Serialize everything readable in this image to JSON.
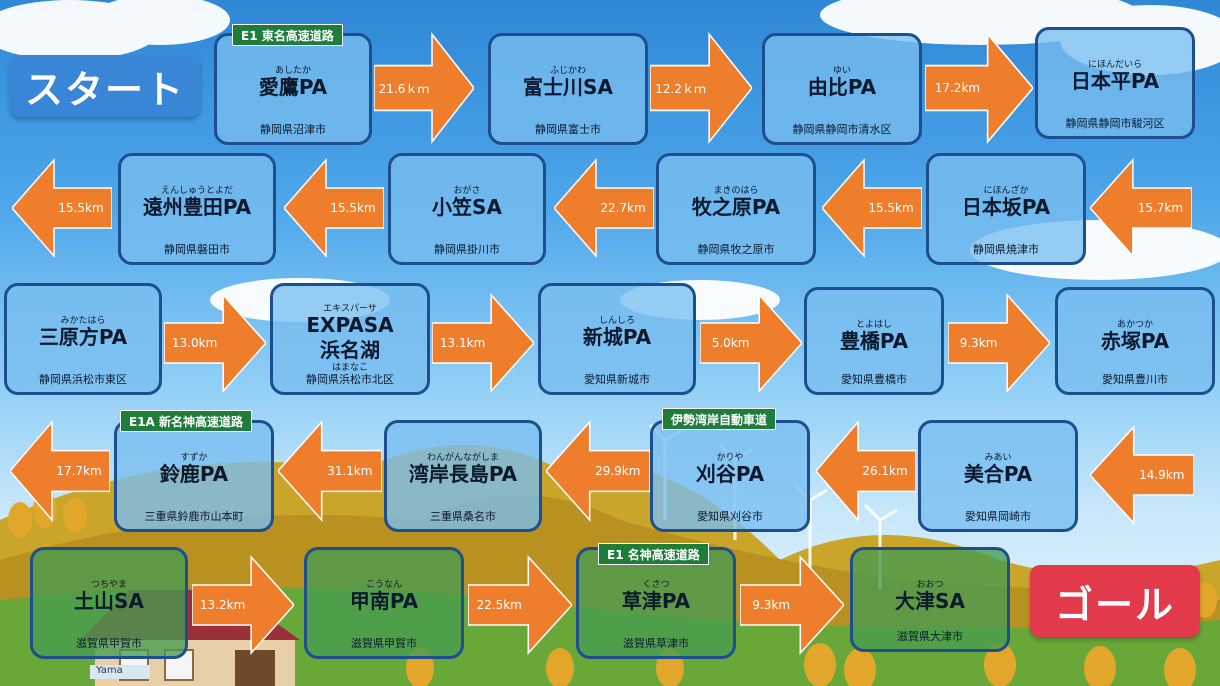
{
  "signs": {
    "start": "スタート",
    "goal": "ゴール"
  },
  "house": {
    "label": "Yama"
  },
  "colors": {
    "arrow": "#ee7e2c",
    "box_border": "#1d4f8f",
    "tag_green": "#1f7d3a",
    "start_sign": "#3a86d6",
    "goal_sign": "#e23a4b"
  },
  "tags": [
    "E1 東名高速道路",
    "E1A 新名神高速道路",
    "伊勢湾岸自動車道",
    "E1 名神高速道路"
  ],
  "stations": [
    {
      "ruby": "あしたか",
      "name": "愛鷹PA",
      "place": "静岡県沼津市"
    },
    {
      "ruby": "ふじかわ",
      "name": "富士川SA",
      "place": "静岡県富士市"
    },
    {
      "ruby": "ゆい",
      "name": "由比PA",
      "place": "静岡県静岡市清水区"
    },
    {
      "ruby": "にほんだいら",
      "name": "日本平PA",
      "place": "静岡県静岡市駿河区"
    },
    {
      "ruby": "えんしゅうとよだ",
      "name": "遠州豊田PA",
      "place": "静岡県磐田市"
    },
    {
      "ruby": "おがさ",
      "name": "小笠SA",
      "place": "静岡県掛川市"
    },
    {
      "ruby": "まきのはら",
      "name": "牧之原PA",
      "place": "静岡県牧之原市"
    },
    {
      "ruby": "にほんざか",
      "name": "日本坂PA",
      "place": "静岡県焼津市"
    },
    {
      "ruby": "みかたはら",
      "name": "三原方PA",
      "place": "静岡県浜松市東区"
    },
    {
      "ruby": "エキスパーサ",
      "name": "EXPASA",
      "name2": "浜名湖",
      "ruby2": "はまなこ",
      "place": "静岡県浜松市北区"
    },
    {
      "ruby": "しんしろ",
      "name": "新城PA",
      "place": "愛知県新城市"
    },
    {
      "ruby": "とよはし",
      "name": "豊橋PA",
      "place": "愛知県豊橋市"
    },
    {
      "ruby": "あかつか",
      "name": "赤塚PA",
      "place": "愛知県豊川市"
    },
    {
      "ruby": "すずか",
      "name": "鈴鹿PA",
      "place": "三重県鈴鹿市山本町"
    },
    {
      "ruby": "わんがんながしま",
      "name": "湾岸長島PA",
      "place": "三重県桑名市"
    },
    {
      "ruby": "かりや",
      "name": "刈谷PA",
      "place": "愛知県刈谷市"
    },
    {
      "ruby": "みあい",
      "name": "美合PA",
      "place": "愛知県岡崎市"
    },
    {
      "ruby": "つちやま",
      "name": "土山SA",
      "place": "滋賀県甲賀市"
    },
    {
      "ruby": "こうなん",
      "name": "甲南PA",
      "place": "滋賀県甲賀市"
    },
    {
      "ruby": "くさつ",
      "name": "草津PA",
      "place": "滋賀県草津市"
    },
    {
      "ruby": "おおつ",
      "name": "大津SA",
      "place": "滋賀県大津市"
    }
  ],
  "distances": [
    "21.6ｋｍ",
    "12.2ｋｍ",
    "17.2km",
    "15.5km",
    "15.5km",
    "22.7km",
    "15.5km",
    "15.7km",
    "13.0km",
    "13.1km",
    "5.0km",
    "9.3km",
    "17.7km",
    "31.1km",
    "29.9km",
    "26.1km",
    "14.9km",
    "13.2km",
    "22.5km",
    "9.3km"
  ]
}
